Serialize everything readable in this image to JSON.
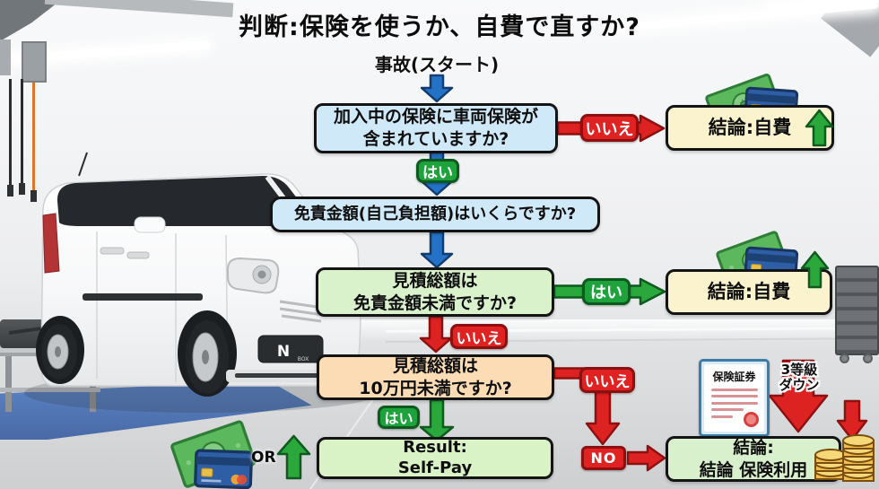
{
  "title": "判断:保険を使うか、自費で直すか?",
  "flow": {
    "start_label": "事故(スタート)",
    "questions": {
      "q1": {
        "lines": [
          "加入中の保険に車両保険が",
          "含まれていますか?"
        ]
      },
      "q2": {
        "lines": [
          "免責金額(自己負担額)はいくらですか?"
        ]
      },
      "q3": {
        "lines": [
          "見積総額は",
          "免責金額未満ですか?"
        ]
      },
      "q4": {
        "lines": [
          "見積総額は",
          "10万円未満ですか?"
        ]
      }
    },
    "branch_labels": {
      "yes": "はい",
      "no": "いいえ",
      "no_en": "NO",
      "or": "OR"
    },
    "outcomes": {
      "self_pay_top": "結論:自費",
      "self_pay_mid": "結論:自費",
      "self_pay_result": {
        "lines": [
          "Result:",
          "Self-Pay"
        ]
      },
      "insurance": {
        "lines": [
          "結論:",
          "結論 保険利用"
        ]
      }
    },
    "annotations": {
      "policy_title": "保険証券",
      "rank_down": {
        "lines": [
          "3等級",
          "ダウン"
        ]
      }
    }
  },
  "car": {
    "badge": "N",
    "badge_sub": "BOX"
  },
  "icons": {
    "cash_icon": "💵",
    "cash_symbol": "$",
    "credit_card_icon": "💳",
    "coin_stack_icon": "🪙",
    "policy_document_icon": "📄",
    "up_arrow_icon": "⬆",
    "down_arrow_icon": "⬇",
    "seal_icon": "red-stamp-seal"
  },
  "colors": {
    "question_blue_fill": "#cfe9f8",
    "question_green_fill": "#d9f2cc",
    "question_orange_fill": "#fbdcb4",
    "outcome_yellow_fill": "#faf3cd",
    "result_green_fill": "#d9f2c6",
    "yes_green": "#1ea23c",
    "no_red": "#e02222",
    "arrow_blue": "#2471c8",
    "arrow_green": "#2aa83c",
    "arrow_red": "#d92222",
    "coin_gold": "#f1bf4d",
    "card_blue": "#2e5ea6",
    "cash_green": "#5cb85c",
    "mat_blue": "#4d7ac2"
  }
}
